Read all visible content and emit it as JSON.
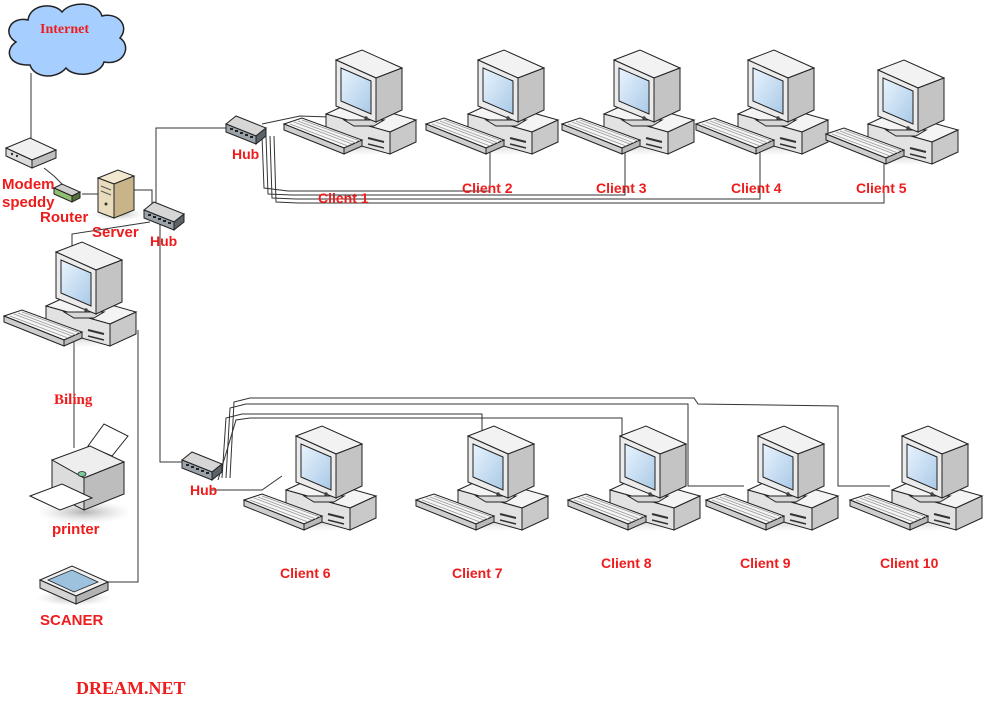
{
  "labels": {
    "internet": "Internet",
    "modem": "Modem",
    "modem_sub": "speddy",
    "router": "Router",
    "server": "Server",
    "hub_top": "Hub",
    "hub_main": "Hub",
    "hub_bottom": "Hub",
    "billing": "Biling",
    "printer": "printer",
    "scanner": "SCANER",
    "brand": "DREAM.NET",
    "clients": [
      "Client 1",
      "Client 2",
      "Client 3",
      "Client 4",
      "Client 5",
      "Client 6",
      "Client 7",
      "Client 8",
      "Client 9",
      "Client 10"
    ]
  },
  "colors": {
    "label": "#ee1c1c",
    "cloud_fill": "#a6cfff",
    "cloud_stroke": "#222222",
    "line": "#333333"
  }
}
